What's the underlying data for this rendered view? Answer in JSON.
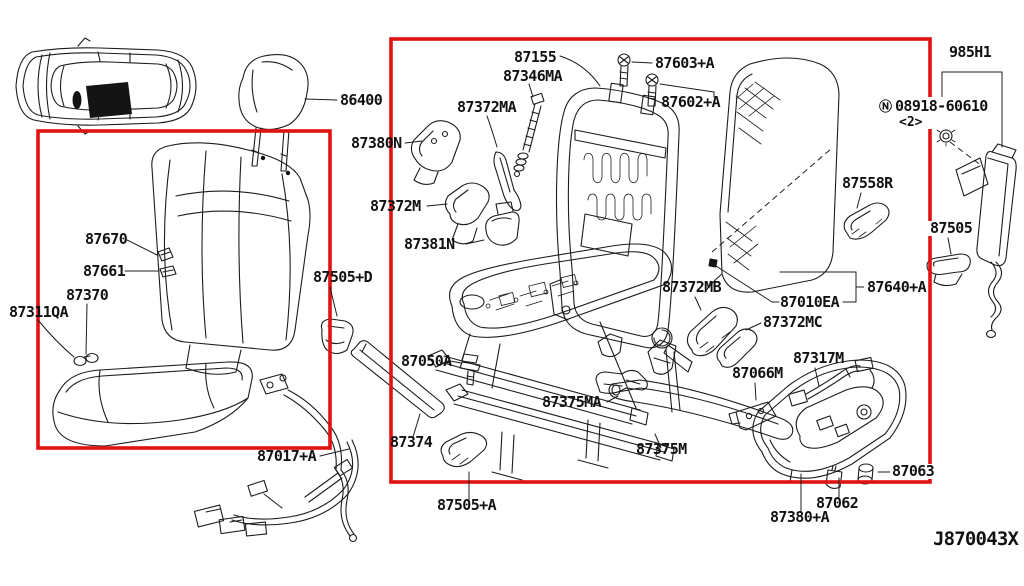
{
  "diagram": {
    "type": "vehicle-front-seat-parts-diagram",
    "drawing_code": "J870043X",
    "colors": {
      "highlight_box": "#e01212",
      "line": "#1c1c1c",
      "background": "#ffffff",
      "text": "#121212"
    },
    "prefix_symbol": "N",
    "quantity_note": "<2>",
    "labels": {
      "p86400": "86400",
      "p87670": "87670",
      "p87661": "87661",
      "p87370": "87370",
      "p87311QA": "87311QA",
      "p87505D": "87505+D",
      "p87017A": "87017+A",
      "p87374": "87374",
      "p87155": "87155",
      "p87346MA": "87346MA",
      "p87372MA": "87372MA",
      "p87380N": "87380N",
      "p87372M": "87372M",
      "p87381N": "87381N",
      "p87603A": "87603+A",
      "p87602A": "87602+A",
      "p87050A": "87050A",
      "p87375MA": "87375MA",
      "p87375M": "87375M",
      "p87505A": "87505+A",
      "p87372MB": "87372MB",
      "p87010EA": "87010EA",
      "p87640A": "87640+A",
      "p87372MC": "87372MC",
      "p87317M": "87317M",
      "p87066M": "87066M",
      "p87558R": "87558R",
      "p985H1": "985H1",
      "p08918": "08918-60610",
      "p87505": "87505",
      "p87063": "87063",
      "p87062": "87062",
      "p87380A": "87380+A"
    }
  }
}
